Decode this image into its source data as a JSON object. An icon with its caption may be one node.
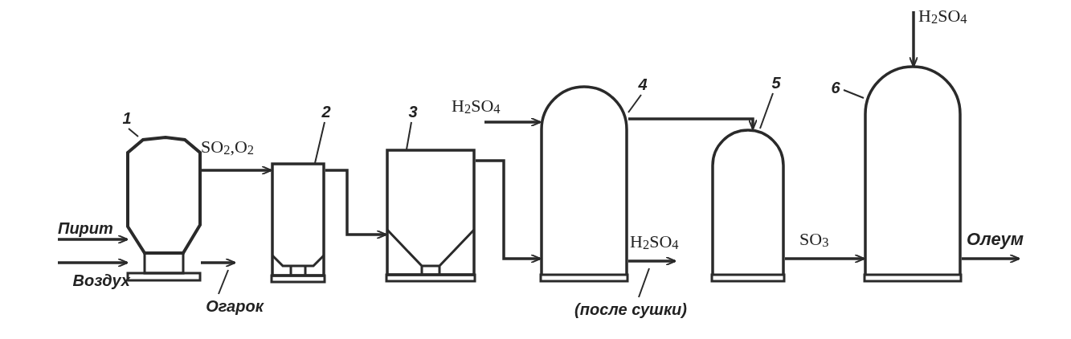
{
  "diagram": {
    "nodes": [
      {
        "text": [
          "Пирит"
        ]
      },
      {
        "text": [
          "Воздух"
        ]
      },
      {
        "text": [],
        "shape": "box"
      },
      {
        "text": [
          "1"
        ]
      },
      {
        "text": [
          "Огарок"
        ]
      },
      {
        "text": [],
        "shape": "box"
      },
      {
        "text": [
          "2"
        ]
      },
      {
        "text": [],
        "shape": "box"
      },
      {
        "text": [
          "3"
        ]
      },
      {
        "text": [],
        "shape": "box"
      },
      {
        "text": [
          "4"
        ]
      },
      {
        "text": [
          "(после сушки)"
        ]
      },
      {
        "text": [],
        "shape": "box"
      },
      {
        "text": [
          "5"
        ]
      },
      {
        "text": [],
        "shape": "box"
      },
      {
        "text": [
          "6"
        ]
      }
    ],
    "edges": [
      {
        "from": 0,
        "to": 2,
        "arrow": "to"
      },
      {
        "from": 1,
        "to": 2,
        "arrow": "to"
      },
      {
        "from": 2,
        "to": 4,
        "arrow": "to"
      },
      {
        "from": 4,
        "to": null,
        "arrow": "none"
      },
      {
        "from": 3,
        "to": 2,
        "arrow": "none"
      },
      {
        "from": 2,
        "to": 5,
        "arrow": "to",
        "label": "SO$_{2}$,O$_{2}$"
      },
      {
        "from": 6,
        "to": 5,
        "arrow": "none"
      },
      {
        "from": 5,
        "to": 7,
        "arrow": "to"
      },
      {
        "from": 8,
        "to": 7,
        "arrow": "none"
      },
      {
        "from": null,
        "to": 9,
        "arrow": "to",
        "label": "H$_{2}$SO$_{4}$"
      },
      {
        "from": 7,
        "to": 9,
        "arrow": "to"
      },
      {
        "from": 10,
        "to": 9,
        "arrow": "none"
      },
      {
        "from": 9,
        "to": 12,
        "arrow": "to"
      },
      {
        "from": 9,
        "to": 11,
        "arrow": "to",
        "label": "H$_{2}$SO$_{4}$"
      },
      {
        "from": 11,
        "to": null,
        "arrow": "none"
      },
      {
        "from": 13,
        "to": 12,
        "arrow": "none"
      },
      {
        "from": 12,
        "to": 14,
        "arrow": "to",
        "label": "SO$_{3}$"
      },
      {
        "from": null,
        "to": 14,
        "arrow": "to",
        "label": "H$_{2}$SO$_{4}$"
      },
      {
        "from": 14,
        "to": null,
        "arrow": "to",
        "label": "Олеум"
      },
      {
        "from": 15,
        "to": 14,
        "arrow": "none"
      }
    ]
  }
}
